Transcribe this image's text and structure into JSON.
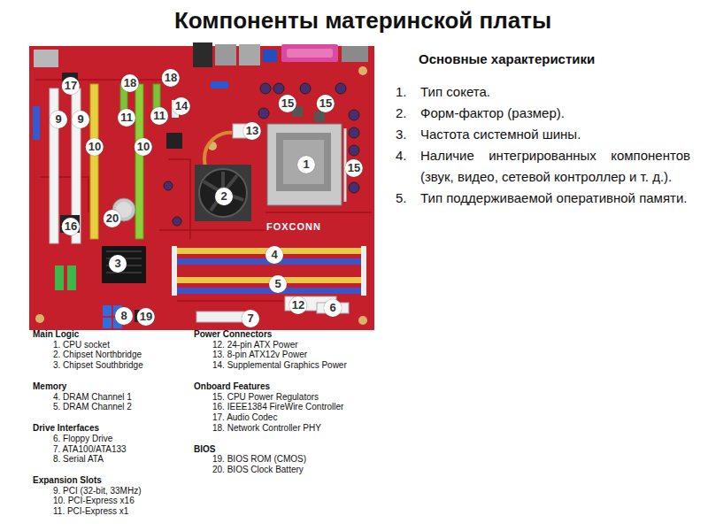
{
  "diagram": {
    "title": "Компоненты материнской платы",
    "labels": [
      "FOXCONN",
      "17",
      "18",
      "18",
      "15",
      "15",
      "9",
      "9",
      "11",
      "11",
      "14",
      "13",
      "1",
      "15",
      "10",
      "10",
      "2",
      "20",
      "16",
      "3",
      "4",
      "5",
      "12",
      "6",
      "7",
      "8",
      "19",
      "Main Logic",
      "1. CPU socket",
      "2. Chipset Northbridge",
      "3. Chipset Southbridge",
      "Memory",
      "4. DRAM Channel 1",
      "5. DRAM Channel 2",
      "Drive Interfaces",
      "6. Floppy Drive",
      "7. ATA100/ATA133",
      "8. Serial ATA",
      "Expansion Slots",
      "9. PCI (32-bit, 33MHz)",
      "10. PCI-Express x16",
      "11. PCI-Express x1",
      "Power Connectors",
      "12. 24-pin ATX Power",
      "13. 8-pin ATX12v Power",
      "14. Supplemental Graphics Power",
      "Onboard Features",
      "15. CPU Power Regulators",
      "16. IEEE1384 FireWire Controller",
      "17. Audio Codec",
      "18. Network Controller PHY",
      "BIOS",
      "19. BIOS ROM (CMOS)",
      "20. BIOS Clock Battery",
      "Основные характеристики",
      "1.",
      "Тип сокета.",
      "2.",
      "Форм-фактор (размер).",
      "3.",
      "Частота системной шины.",
      "4.",
      "Наличие интегрированных компонентов (звук, видео, сетевой контроллер и т. д.).",
      "5.",
      "Тип поддерживаемой оперативной памяти."
    ]
  }
}
